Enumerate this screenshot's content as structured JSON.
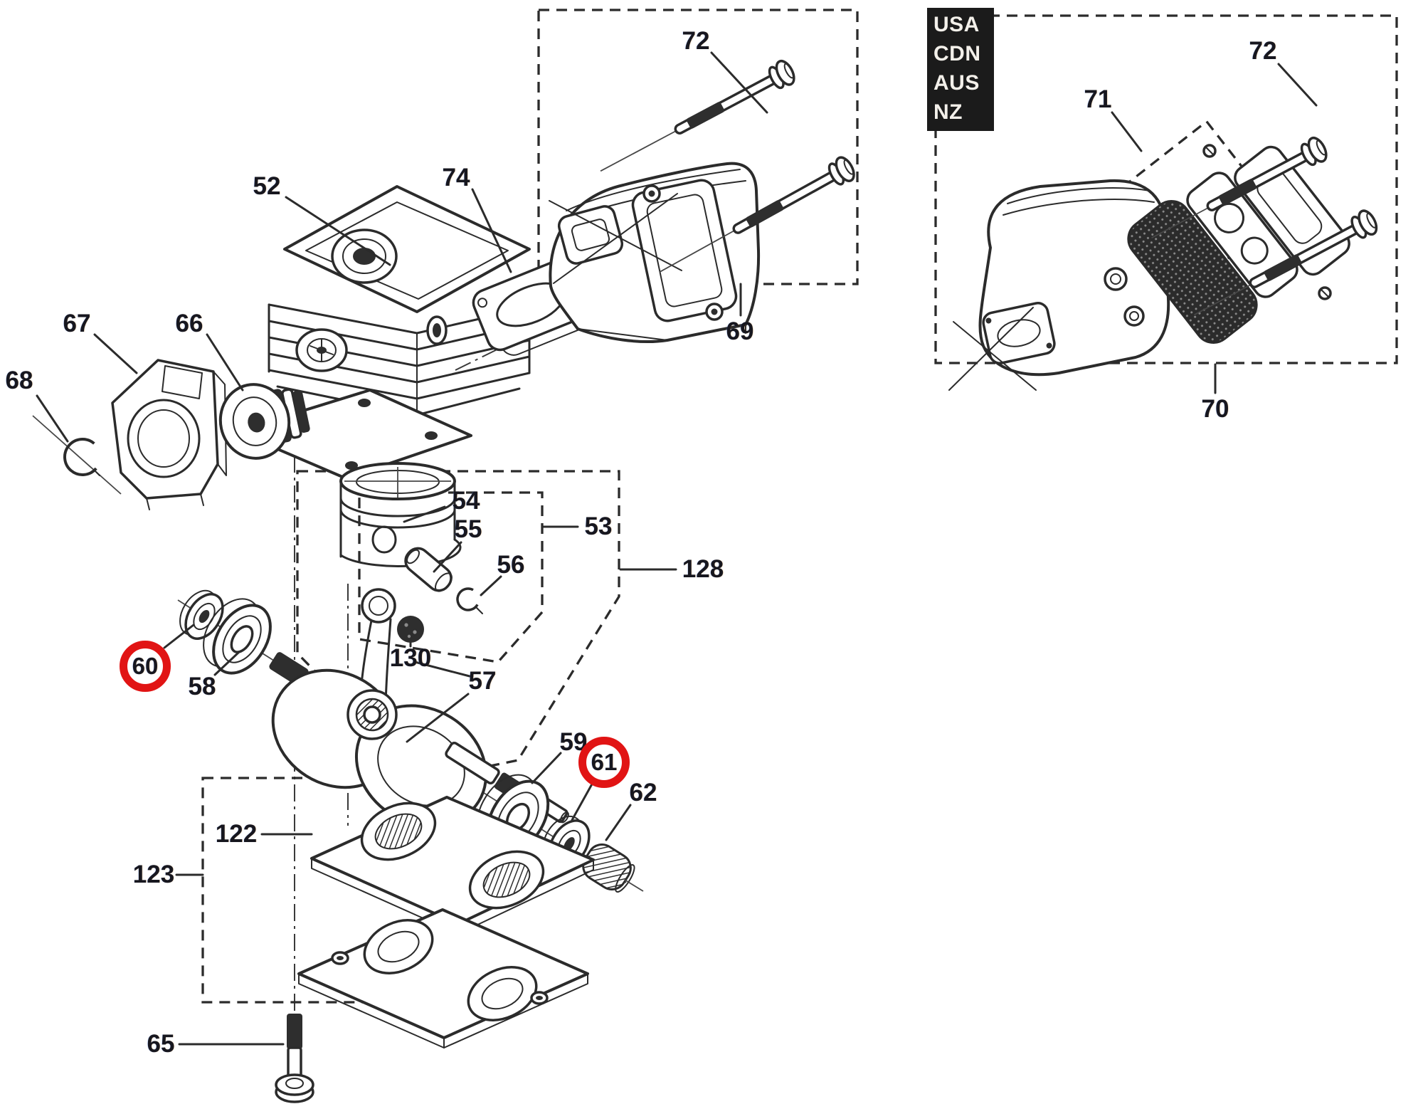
{
  "diagram": {
    "type": "exploded-parts-diagram",
    "background_color": "#ffffff",
    "line_color": "#2b2b2b",
    "label_color": "#17171f",
    "highlight_color": "#e11414",
    "region_box": {
      "bg": "#1b1b1b",
      "fg": "#f3f0ea",
      "lines": [
        "USA",
        "CDN",
        "AUS",
        "NZ"
      ]
    },
    "callouts": [
      {
        "id": "52",
        "text": "52",
        "circled": false
      },
      {
        "id": "74",
        "text": "74",
        "circled": false
      },
      {
        "id": "72a",
        "text": "72",
        "circled": false
      },
      {
        "id": "69",
        "text": "69",
        "circled": false
      },
      {
        "id": "71",
        "text": "71",
        "circled": false
      },
      {
        "id": "72b",
        "text": "72",
        "circled": false
      },
      {
        "id": "70",
        "text": "70",
        "circled": false
      },
      {
        "id": "67",
        "text": "67",
        "circled": false
      },
      {
        "id": "66",
        "text": "66",
        "circled": false
      },
      {
        "id": "68",
        "text": "68",
        "circled": false
      },
      {
        "id": "54",
        "text": "54",
        "circled": false
      },
      {
        "id": "55",
        "text": "55",
        "circled": false
      },
      {
        "id": "56",
        "text": "56",
        "circled": false
      },
      {
        "id": "53",
        "text": "53",
        "circled": false
      },
      {
        "id": "128",
        "text": "128",
        "circled": false
      },
      {
        "id": "130",
        "text": "130",
        "circled": false
      },
      {
        "id": "57",
        "text": "57",
        "circled": false
      },
      {
        "id": "60",
        "text": "60",
        "circled": true
      },
      {
        "id": "58",
        "text": "58",
        "circled": false
      },
      {
        "id": "59",
        "text": "59",
        "circled": false
      },
      {
        "id": "61",
        "text": "61",
        "circled": true
      },
      {
        "id": "62",
        "text": "62",
        "circled": false
      },
      {
        "id": "122",
        "text": "122",
        "circled": false
      },
      {
        "id": "123",
        "text": "123",
        "circled": false
      },
      {
        "id": "65",
        "text": "65",
        "circled": false
      }
    ]
  }
}
